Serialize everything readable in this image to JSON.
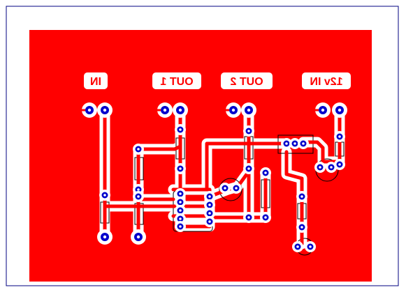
{
  "board": {
    "copper_color": "#ff0000",
    "trace_clearance_color": "#ffffff",
    "pad_ring_color": "#0000cc",
    "outline_color": "#000080",
    "component_outline_color": "#000000"
  },
  "labels": {
    "input": "IN",
    "output_1": "OUT 1",
    "output_2": "OUT 2",
    "power_input": "12v IN"
  },
  "icons": {
    "pad": "drill-pad-icon",
    "capacitor": "electrolytic-capacitor-icon",
    "ic": "dip-ic-icon",
    "regulator": "voltage-regulator-icon"
  }
}
